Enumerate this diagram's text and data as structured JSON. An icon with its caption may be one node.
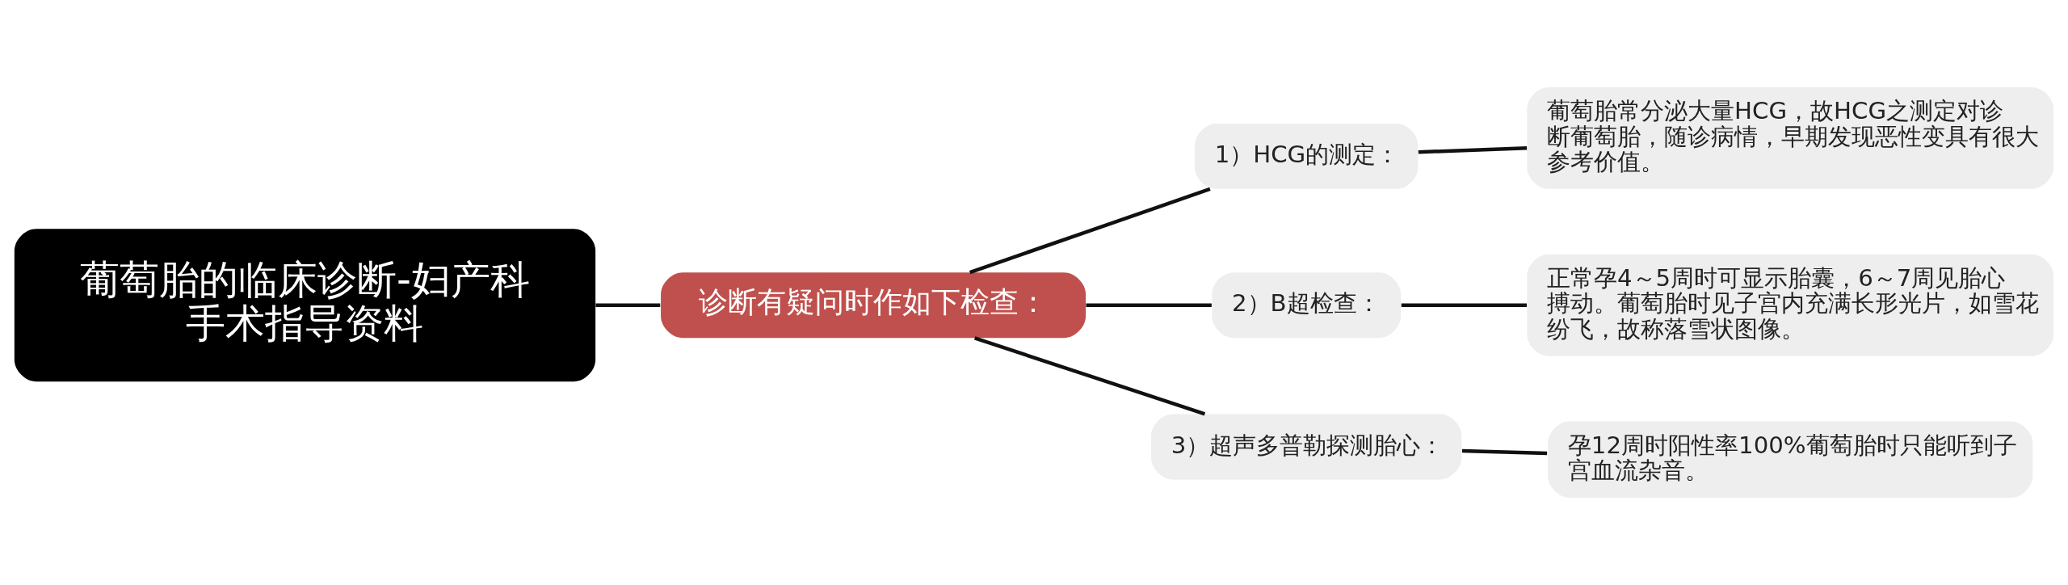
{
  "diagram": {
    "nodes": [
      {
        "text": [
          "葡萄胎的临床诊断-妇产科手术指导资料"
        ]
      },
      {
        "text": [
          "诊断有疑问时作如下检查："
        ]
      },
      {
        "text": [
          "1）HCG的测定："
        ]
      },
      {
        "text": [
          "2）B超检查："
        ]
      },
      {
        "text": [
          "3）超声多普勒探测胎心："
        ]
      },
      {
        "text": [
          "葡萄胎常分泌大量HCG，故HCG之测定对诊断葡萄胎，随诊病情，早期发现恶性变具有很大参考价值。"
        ]
      },
      {
        "text": [
          "正常孕4～5周时可显示胎囊，6～7周见胎心搏动。葡萄胎时见子宫内充满长形光片，如雪花纷飞，故称落雪状图像。"
        ]
      },
      {
        "text": [
          "孕12周时阳性率100%葡萄胎时只能听到子宫血流杂音。"
        ]
      }
    ],
    "edges": [
      {
        "from": 0,
        "to": 1,
        "arrow": "none"
      },
      {
        "from": 1,
        "to": 2,
        "arrow": "none"
      },
      {
        "from": 1,
        "to": 3,
        "arrow": "none"
      },
      {
        "from": 1,
        "to": 4,
        "arrow": "none"
      },
      {
        "from": 2,
        "to": 5,
        "arrow": "none"
      },
      {
        "from": 3,
        "to": 6,
        "arrow": "none"
      },
      {
        "from": 4,
        "to": 7,
        "arrow": "none"
      }
    ]
  }
}
